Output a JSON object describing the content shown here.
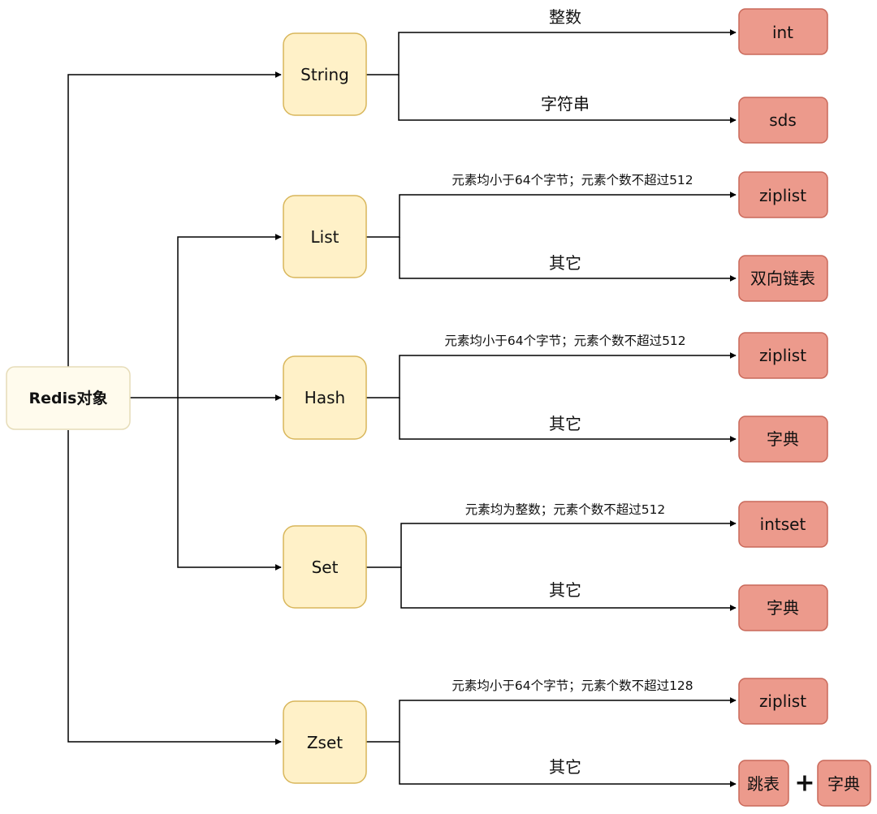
{
  "root": {
    "label": "Redis对象"
  },
  "types": {
    "string": {
      "label": "String",
      "enc_top": "int",
      "cond_top": "整数",
      "enc_bottom": "sds",
      "cond_bottom": "字符串"
    },
    "list": {
      "label": "List",
      "enc_top": "ziplist",
      "cond_top": "元素均小于64个字节；元素个数不超过512",
      "enc_bottom": "双向链表",
      "cond_bottom": "其它"
    },
    "hash": {
      "label": "Hash",
      "enc_top": "ziplist",
      "cond_top": "元素均小于64个字节；元素个数不超过512",
      "enc_bottom": "字典",
      "cond_bottom": "其它"
    },
    "set": {
      "label": "Set",
      "enc_top": "intset",
      "cond_top": "元素均为整数；元素个数不超过512",
      "enc_bottom": "字典",
      "cond_bottom": "其它"
    },
    "zset": {
      "label": "Zset",
      "enc_top": "ziplist",
      "cond_top": "元素均小于64个字节；元素个数不超过128",
      "enc_bottom_a": "跳表",
      "plus": "+",
      "enc_bottom_b": "字典",
      "cond_bottom": "其它"
    }
  },
  "colors": {
    "root_fill": "#fffbed",
    "type_fill": "#fff1c8",
    "type_stroke": "#d8b65a",
    "encoding_fill": "#ec9a8c",
    "encoding_stroke": "#c9695a",
    "edge": "#000000"
  }
}
